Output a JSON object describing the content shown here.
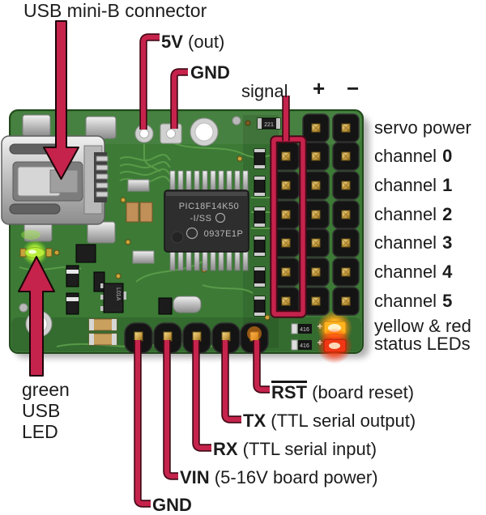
{
  "colors": {
    "arrow": "#c5234c",
    "arrow_outline": "#470a19",
    "pcb_green": "#3c7a36",
    "label_text": "#1c1c1c",
    "led_yellow": "#ffbb22",
    "led_red": "#f23a10",
    "led_green": "#b8ef3e",
    "header_black": "#161616",
    "pin_gold": "#d9b35c"
  },
  "annotations": {
    "usb_connector": "USB mini-B connector",
    "five_v": {
      "term": "5V",
      "desc": " (out)"
    },
    "gnd_top": "GND",
    "signal": "signal",
    "plus": "+",
    "minus": "−",
    "servo_power": "servo power",
    "channel_word": "channel",
    "channel_numbers": [
      "0",
      "1",
      "2",
      "3",
      "4",
      "5"
    ],
    "status_leds": {
      "line1": "yellow & red",
      "line2": "status LEDs"
    },
    "rst": {
      "term": "RST",
      "desc": " (board reset)"
    },
    "tx": {
      "term": "TX",
      "desc": " (TTL serial output)"
    },
    "rx": {
      "term": "RX",
      "desc": " (TTL serial input)"
    },
    "vin": {
      "term": "VIN",
      "desc": " (5-16V board power)"
    },
    "gnd_bottom": "GND",
    "green_led": {
      "line1": "green",
      "line2": "USB",
      "line3": "LED"
    }
  },
  "board": {
    "chip_marking": {
      "line1": "PIC18F14K50",
      "line2": "-I/SS",
      "line3": "0937E1P"
    },
    "component_markings": {
      "sot23": "L01A",
      "resistor": "221",
      "led_resistor": "416"
    }
  }
}
